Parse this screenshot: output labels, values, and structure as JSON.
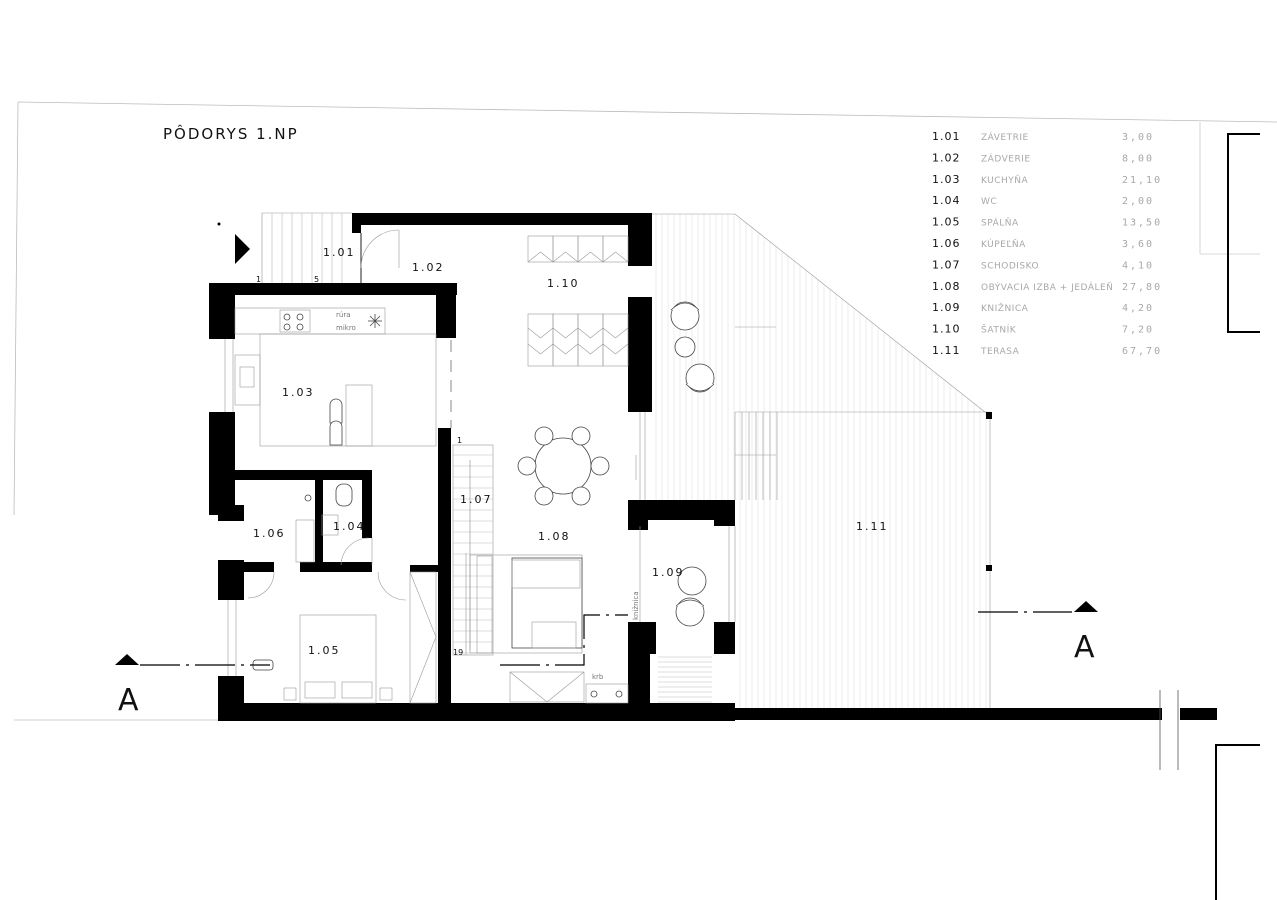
{
  "title": "PÔDORYS 1.NP",
  "legend": [
    {
      "no": "1.01",
      "name": "ZÁVETRIE",
      "area": "3,00"
    },
    {
      "no": "1.02",
      "name": "ZÁDVERIE",
      "area": "8,00"
    },
    {
      "no": "1.03",
      "name": "KUCHYŇA",
      "area": "21,10"
    },
    {
      "no": "1.04",
      "name": "WC",
      "area": "2,00"
    },
    {
      "no": "1.05",
      "name": "SPÁLŇA",
      "area": "13,50"
    },
    {
      "no": "1.06",
      "name": "KÚPEĽŇA",
      "area": "3,60"
    },
    {
      "no": "1.07",
      "name": "SCHODISKO",
      "area": "4,10"
    },
    {
      "no": "1.08",
      "name": "OBÝVACIA IZBA + JEDÁLEŇ",
      "area": "27,80"
    },
    {
      "no": "1.09",
      "name": "KNIŽNICA",
      "area": "4,20"
    },
    {
      "no": "1.10",
      "name": "ŠATNÍK",
      "area": "7,20"
    },
    {
      "no": "1.11",
      "name": "TERASA",
      "area": "67,70"
    }
  ],
  "rooms": {
    "r101": "1.01",
    "r102": "1.02",
    "r103": "1.03",
    "r104": "1.04",
    "r105": "1.05",
    "r106": "1.06",
    "r107": "1.07",
    "r108": "1.08",
    "r109": "1.09",
    "r110": "1.10",
    "r111": "1.11"
  },
  "annotations": {
    "step_first": "1",
    "step_last": "5",
    "stair_start": "1",
    "stair_end": "19",
    "oven": "rúra",
    "microwave": "mikro",
    "bookshelf": "knižnica",
    "fireplace": "krb"
  },
  "section_marker": "A"
}
